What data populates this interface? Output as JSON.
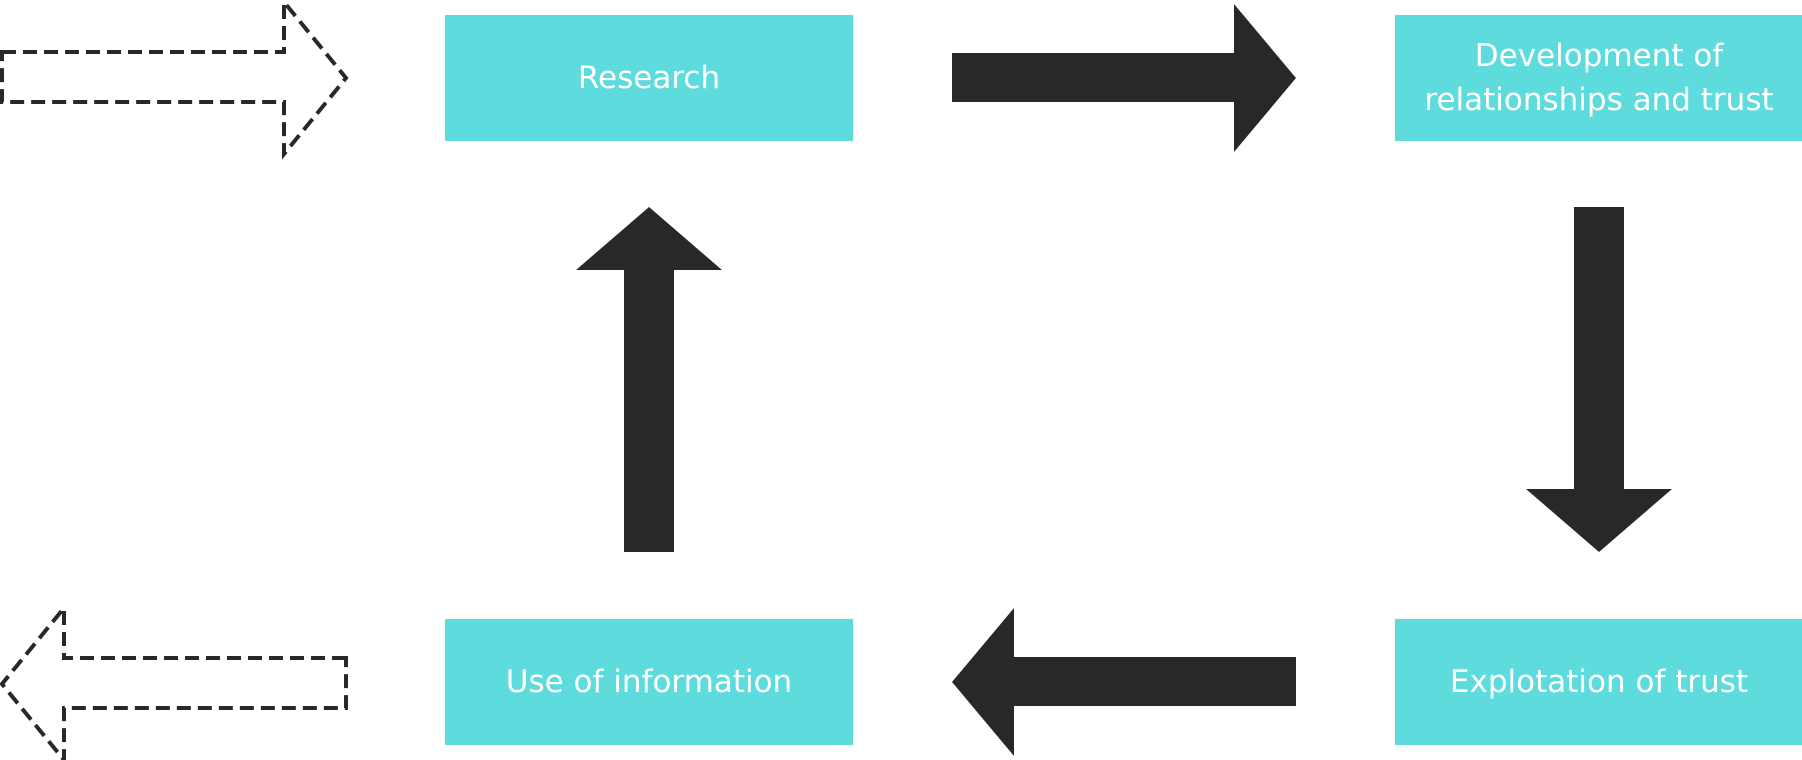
{
  "colors": {
    "box_fill": "#5ddbdd",
    "box_text": "#ffffff",
    "arrow_fill": "#282828"
  },
  "nodes": {
    "research": {
      "label": "Research"
    },
    "relationships": {
      "label_lines": [
        "Development of",
        "relationships and trust"
      ]
    },
    "exploitation": {
      "label": "Explotation of trust"
    },
    "use_of_information": {
      "label": "Use of information"
    }
  }
}
